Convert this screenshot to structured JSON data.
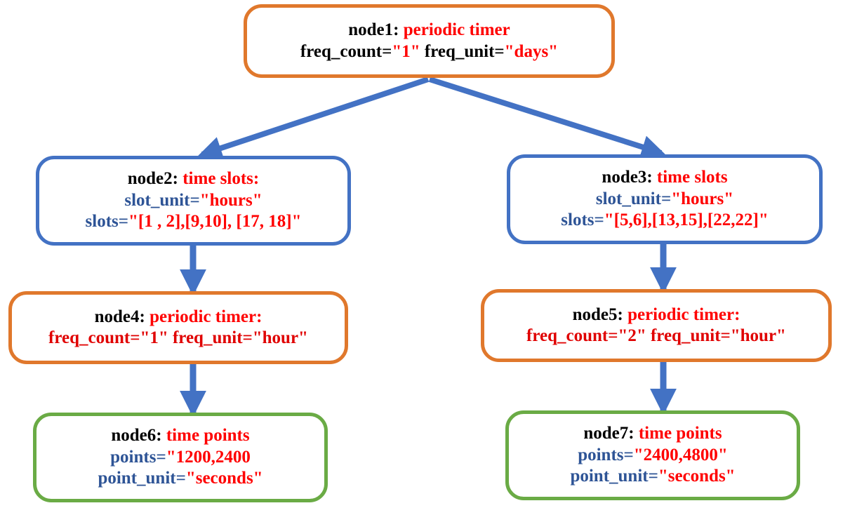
{
  "diagram": {
    "title": "timer configuration node tree",
    "colors": {
      "orange_border": "#E0782C",
      "blue_border": "#4372C4",
      "green_border": "#6AAB45",
      "edge_blue": "#4372C4",
      "label_black": "#000000",
      "attr_blue": "#2E5496",
      "value_red": "#FF0000"
    }
  },
  "nodes": {
    "node1": {
      "id": "node1:",
      "kind": "periodic timer",
      "lines": [
        {
          "attr": "freq_count=",
          "value": "\"1\"",
          "attr2": " freq_unit=",
          "value2": "\"days\""
        }
      ]
    },
    "node2": {
      "id": "node2:",
      "kind": "time slots:",
      "line2_attr": "slot_unit=",
      "line2_value": "\"hours\"",
      "line3_attr": "slots=",
      "line3_value": "\"[1 , 2],[9,10], [17, 18]\""
    },
    "node3": {
      "id": "node3:",
      "kind": "time slots",
      "line2_attr": "slot_unit=",
      "line2_value": "\"hours\"",
      "line3_attr": "slots=",
      "line3_value": "\"[5,6],[13,15],[22,22]\""
    },
    "node4": {
      "id": "node4:",
      "kind": "periodic timer:",
      "line2": "freq_count=\"1\" freq_unit=\"hour\""
    },
    "node5": {
      "id": "node5:",
      "kind": "periodic timer:",
      "line2": "freq_count=\"2\" freq_unit=\"hour\""
    },
    "node6": {
      "id": "node6:",
      "kind": "time points",
      "line2_attr": "points=",
      "line2_value": "\"1200,2400",
      "line3_attr": "point_unit=",
      "line3_value": "\"seconds\""
    },
    "node7": {
      "id": "node7:",
      "kind": "time points",
      "line2_attr": "points=",
      "line2_value": "\"2400,4800\"",
      "line3_attr": "point_unit=",
      "line3_value": "\"seconds\""
    }
  },
  "edges": [
    {
      "name": "edge-node1-node2",
      "from": "node1",
      "to": "node2"
    },
    {
      "name": "edge-node1-node3",
      "from": "node1",
      "to": "node3"
    },
    {
      "name": "edge-node2-node4",
      "from": "node2",
      "to": "node4"
    },
    {
      "name": "edge-node3-node5",
      "from": "node3",
      "to": "node5"
    },
    {
      "name": "edge-node4-node6",
      "from": "node4",
      "to": "node6"
    },
    {
      "name": "edge-node5-node7",
      "from": "node5",
      "to": "node7"
    }
  ]
}
